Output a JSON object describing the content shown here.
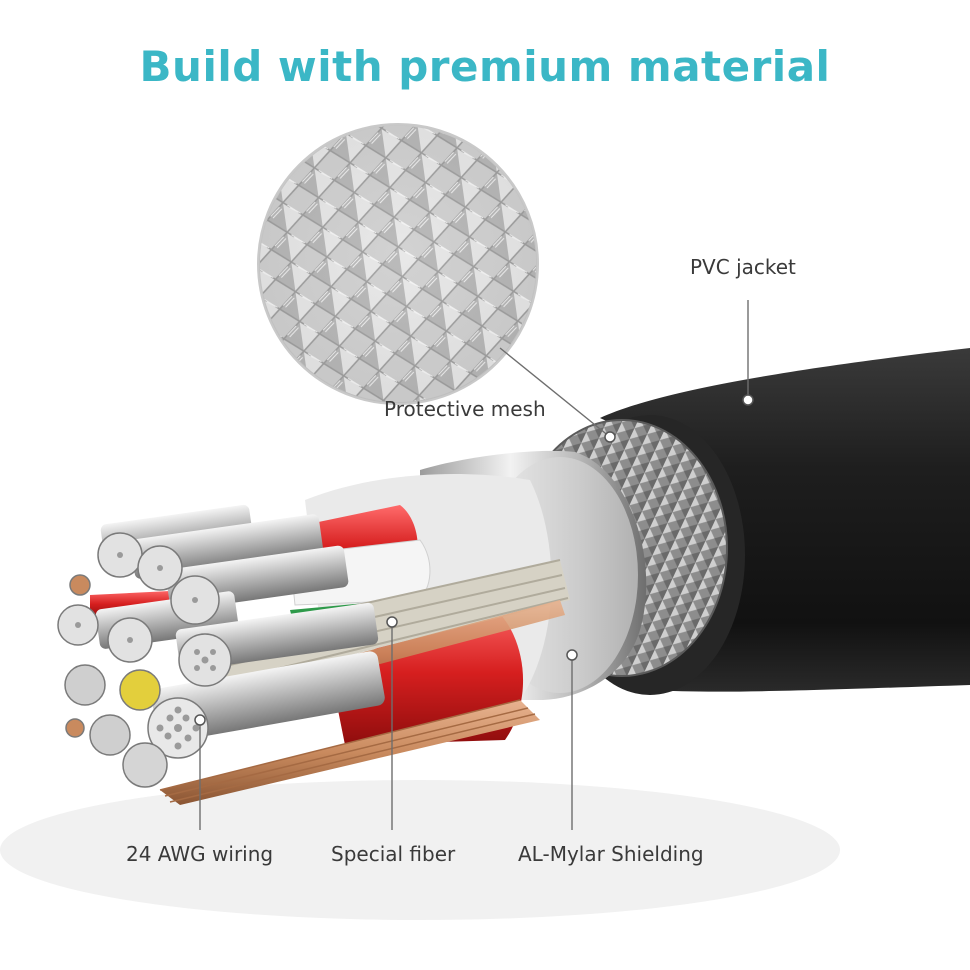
{
  "title": "Build with premium material",
  "labels": {
    "pvc_jacket": "PVC jacket",
    "protective_mesh": "Protective mesh",
    "awg_wiring": "24 AWG wiring",
    "special_fiber": "Special fiber",
    "al_mylar": "AL-Mylar Shielding"
  },
  "colors": {
    "title": "#3bb7c6",
    "jacket": "#1c1c1c",
    "mesh": "#9a9a9a",
    "shield": "#c8c8c8",
    "red_wire": "#d61f1f",
    "copper": "#c98a5e",
    "yellow": "#e3cf3c",
    "green": "#2e9a4a"
  }
}
